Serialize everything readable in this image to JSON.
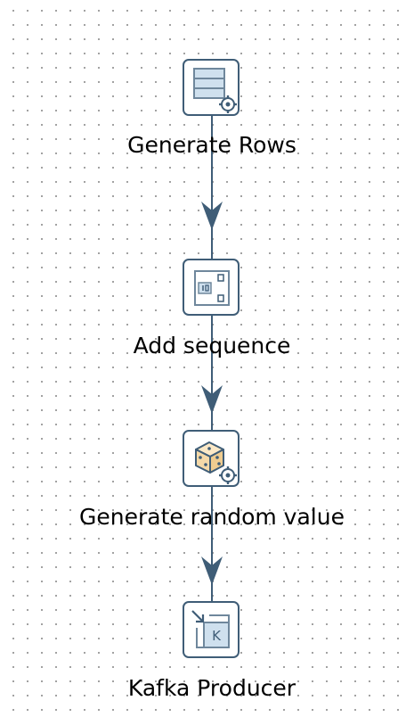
{
  "steps": [
    {
      "id": "generate-rows",
      "label": "Generate Rows",
      "icon": "generate-rows-icon"
    },
    {
      "id": "add-sequence",
      "label": "Add sequence",
      "icon": "add-sequence-icon"
    },
    {
      "id": "generate-random-value",
      "label": "Generate random value",
      "icon": "random-dice-icon"
    },
    {
      "id": "kafka-producer",
      "label": "Kafka Producer",
      "icon": "kafka-icon"
    }
  ],
  "hops": [
    {
      "from": "generate-rows",
      "to": "add-sequence"
    },
    {
      "from": "add-sequence",
      "to": "generate-random-value"
    },
    {
      "from": "generate-random-value",
      "to": "kafka-producer"
    }
  ],
  "colors": {
    "hop": "#3f5d77",
    "icon_border": "#3f5d77",
    "icon_fill": "#cfe0ee",
    "dice_fill": "#f5d9a8"
  }
}
